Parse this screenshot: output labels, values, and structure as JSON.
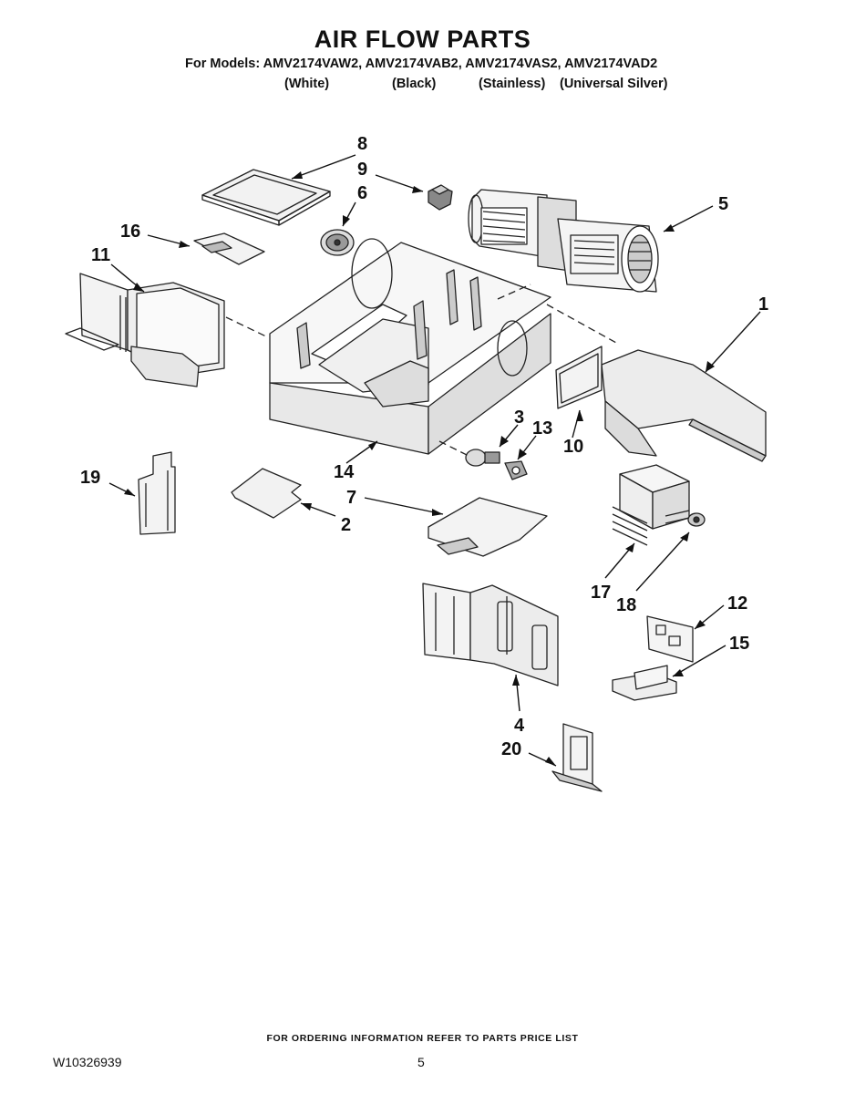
{
  "header": {
    "title": "AIR FLOW PARTS",
    "models_line": "For Models: AMV2174VAW2, AMV2174VAB2, AMV2174VAS2, AMV2174VAD2",
    "variants": [
      "(White)",
      "(Black)",
      "(Stainless)",
      "(Universal Silver)"
    ]
  },
  "callouts": [
    "8",
    "9",
    "6",
    "5",
    "16",
    "11",
    "1",
    "3",
    "13",
    "10",
    "14",
    "19",
    "7",
    "2",
    "17",
    "18",
    "12",
    "15",
    "4",
    "20"
  ],
  "footer": {
    "ordering_note": "FOR ORDERING INFORMATION REFER TO PARTS PRICE LIST",
    "doc_number": "W10326939",
    "page_number": "5"
  }
}
